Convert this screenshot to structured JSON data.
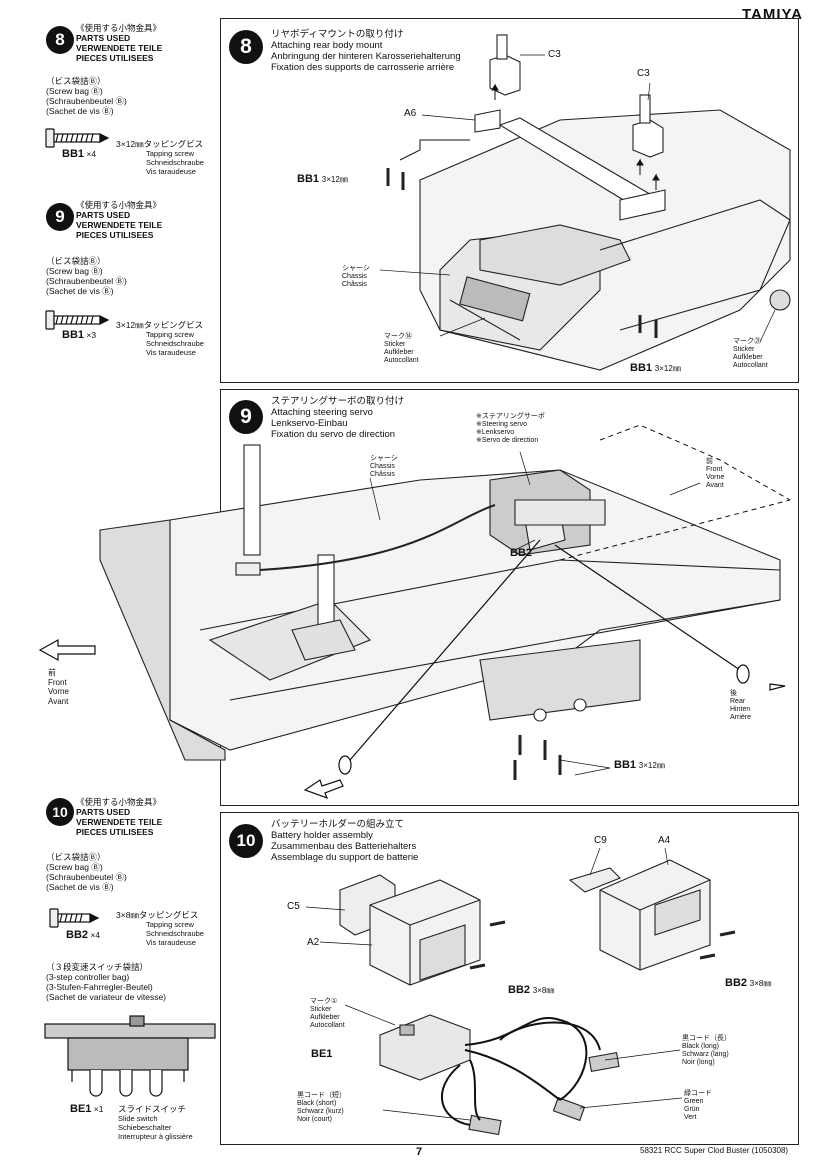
{
  "brand": "TAMIYA",
  "page_number": "7",
  "footer_code": "58321 RCC Super Clod Buster (1050308)",
  "sidebar": {
    "step8": {
      "num": "8",
      "parts_jp": "《使用する小物金具》",
      "parts_en": "PARTS USED",
      "parts_de": "VERWENDETE TEILE",
      "parts_fr": "PIECES UTILISEES",
      "bag_jp": "（ビス袋詰Ⓑ）",
      "bag_en": "(Screw bag Ⓑ)",
      "bag_de": "(Schraubenbeutel Ⓑ)",
      "bag_fr": "(Sachet de vis Ⓑ)",
      "part_code": "BB1",
      "qty": "×4",
      "desc_jp": "3×12㎜タッピングビス",
      "desc_en": "Tapping screw",
      "desc_de": "Schneidschraube",
      "desc_fr": "Vis taraudeuse"
    },
    "step9": {
      "num": "9",
      "parts_jp": "《使用する小物金具》",
      "parts_en": "PARTS USED",
      "parts_de": "VERWENDETE TEILE",
      "parts_fr": "PIECES UTILISEES",
      "bag_jp": "（ビス袋詰Ⓑ）",
      "bag_en": "(Screw bag Ⓑ)",
      "bag_de": "(Schraubenbeutel Ⓑ)",
      "bag_fr": "(Sachet de vis Ⓑ)",
      "part_code": "BB1",
      "qty": "×3",
      "desc_jp": "3×12㎜タッピングビス",
      "desc_en": "Tapping screw",
      "desc_de": "Schneidschraube",
      "desc_fr": "Vis taraudeuse"
    },
    "step10": {
      "num": "10",
      "parts_jp": "《使用する小物金具》",
      "parts_en": "PARTS USED",
      "parts_de": "VERWENDETE TEILE",
      "parts_fr": "PIECES UTILISEES",
      "bag_jp": "（ビス袋詰Ⓑ）",
      "bag_en": "(Screw bag Ⓑ)",
      "bag_de": "(Schraubenbeutel Ⓑ)",
      "bag_fr": "(Sachet de vis Ⓑ)",
      "part_code": "BB2",
      "qty": "×4",
      "desc_jp": "3×8㎜タッピングビス",
      "desc_en": "Tapping screw",
      "desc_de": "Schneidschraube",
      "desc_fr": "Vis taraudeuse",
      "bag2_jp": "（３段変速スイッチ袋詰）",
      "bag2_en": "(3-step controller bag)",
      "bag2_de": "(3-Stufen-Fahrregler-Beutel)",
      "bag2_fr": "(Sachet de variateur de vitesse)",
      "switch_code": "BE1",
      "switch_qty": "×1",
      "switch_jp": "スライドスイッチ",
      "switch_en": "Slide switch",
      "switch_de": "Schiebeschalter",
      "switch_fr": "Interrupteur à glissière"
    }
  },
  "panel8": {
    "num": "8",
    "title_jp": "リヤボディマウントの取り付け",
    "title_en": "Attaching rear body mount",
    "title_de": "Anbringung der hinteren Karosseriehalterung",
    "title_fr": "Fixation des supports de carrosserie arrière",
    "c3a": "C3",
    "c3b": "C3",
    "a6": "A6",
    "bb1_left": "BB1",
    "bb1_left_size": "3×12㎜",
    "bb1_right": "BB1",
    "bb1_right_size": "3×12㎜",
    "chassis_jp": "シャーシ",
    "chassis_en": "Chassis",
    "chassis_fr": "Châssis",
    "mark14_jp": "マーク⑭",
    "mark14_en": "Sticker",
    "mark14_de": "Aufkleber",
    "mark14_fr": "Autocollant",
    "mark21_jp": "マーク㉑",
    "mark21_en": "Sticker",
    "mark21_de": "Aufkleber",
    "mark21_fr": "Autocollant"
  },
  "panel9": {
    "num": "9",
    "title_jp": "ステアリングサーボの取り付け",
    "title_en": "Attaching steering servo",
    "title_de": "Lenkservo-Einbau",
    "title_fr": "Fixation du servo de direction",
    "servo_jp": "※ステアリングサーボ",
    "servo_en": "※Steering servo",
    "servo_de": "※Lenkservo",
    "servo_fr": "※Servo de direction",
    "chassis_jp": "シャーシ",
    "chassis_en": "Chassis",
    "chassis_fr": "Châssis",
    "front_jp": "前",
    "front_en": "Front",
    "front_de": "Vorne",
    "front_fr": "Avant",
    "front2_jp": "前",
    "front2_en": "Front",
    "front2_de": "Vorne",
    "front2_fr": "Avant",
    "rear_jp": "後",
    "rear_en": "Rear",
    "rear_de": "Hinten",
    "rear_fr": "Arrière",
    "bb2": "BB2",
    "bb1": "BB1",
    "bb1_size": "3×12㎜"
  },
  "panel10": {
    "num": "10",
    "title_jp": "バッテリーホルダーの組み立て",
    "title_en": "Battery holder assembly",
    "title_de": "Zusammenbau des Batteriehalters",
    "title_fr": "Assemblage du support de batterie",
    "c5": "C5",
    "a2": "A2",
    "c9": "C9",
    "a4": "A4",
    "bb2_left": "BB2",
    "bb2_left_size": "3×8㎜",
    "bb2_right": "BB2",
    "bb2_right_size": "3×8㎜",
    "mark1_jp": "マーク①",
    "mark1_en": "Sticker",
    "mark1_de": "Aufkleber",
    "mark1_fr": "Autocollant",
    "be1": "BE1",
    "black_long_jp": "黒コード（長）",
    "black_long_en": "Black (long)",
    "black_long_de": "Schwarz (lang)",
    "black_long_fr": "Noir (long)",
    "black_short_jp": "黒コード（短）",
    "black_short_en": "Black (short)",
    "black_short_de": "Schwarz (kurz)",
    "black_short_fr": "Noir (court)",
    "green_jp": "緑コード",
    "green_en": "Green",
    "green_de": "Grün",
    "green_fr": "Vert"
  }
}
